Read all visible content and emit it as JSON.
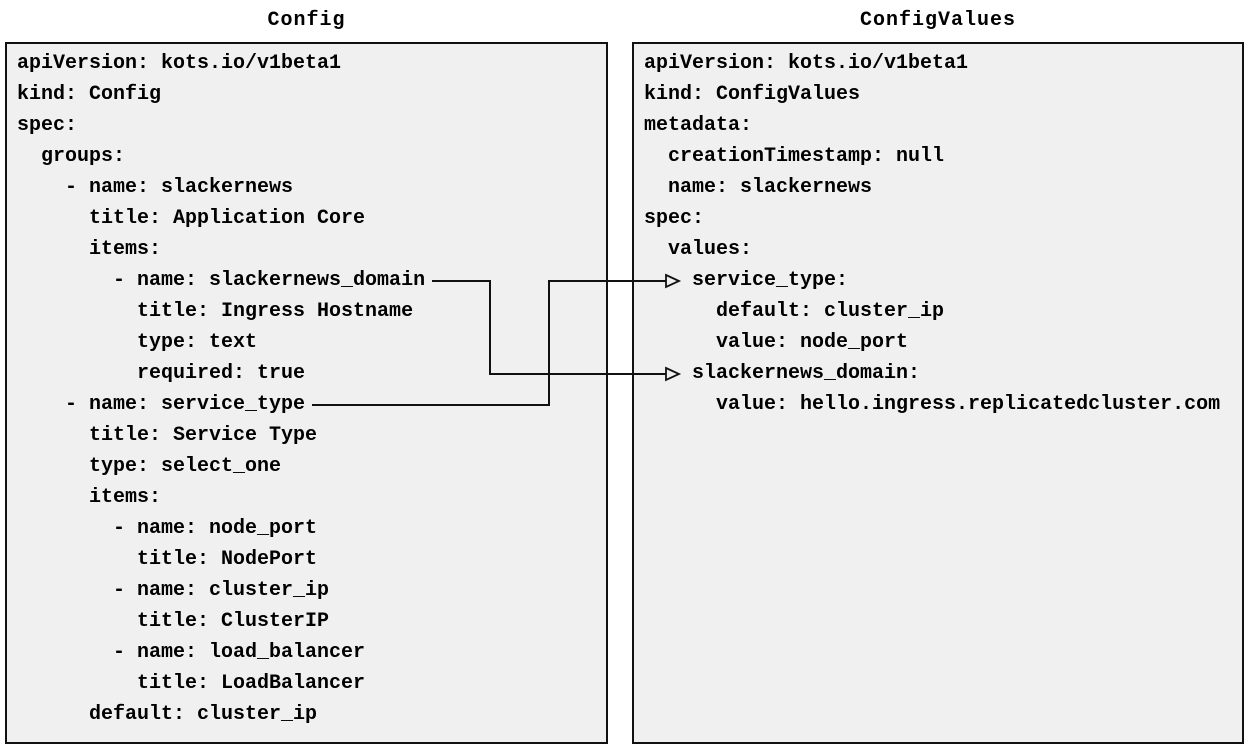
{
  "colors": {
    "page_background": "#ffffff",
    "box_background": "#f0f0f0",
    "box_border": "#111111",
    "text": "#000000",
    "arrow": "#111111"
  },
  "left_panel": {
    "title": "Config",
    "lines": [
      "apiVersion: kots.io/v1beta1",
      "kind: Config",
      "spec:",
      "  groups:",
      "    - name: slackernews",
      "      title: Application Core",
      "      items:",
      "        - name: slackernews_domain",
      "          title: Ingress Hostname",
      "          type: text",
      "          required: true",
      "    - name: service_type",
      "      title: Service Type",
      "      type: select_one",
      "      items:",
      "        - name: node_port",
      "          title: NodePort",
      "        - name: cluster_ip",
      "          title: ClusterIP",
      "        - name: load_balancer",
      "          title: LoadBalancer",
      "      default: cluster_ip"
    ]
  },
  "right_panel": {
    "title": "ConfigValues",
    "lines": [
      "apiVersion: kots.io/v1beta1",
      "kind: ConfigValues",
      "metadata:",
      "  creationTimestamp: null",
      "  name: slackernews",
      "spec:",
      "  values:",
      "    service_type:",
      "      default: cluster_ip",
      "      value: node_port",
      "    slackernews_domain:",
      "      value: hello.ingress.replicatedcluster.com"
    ]
  },
  "connections": [
    {
      "from": "Config item slackernews_domain",
      "to": "ConfigValues value slackernews_domain"
    },
    {
      "from": "Config item service_type",
      "to": "ConfigValues value service_type"
    }
  ]
}
